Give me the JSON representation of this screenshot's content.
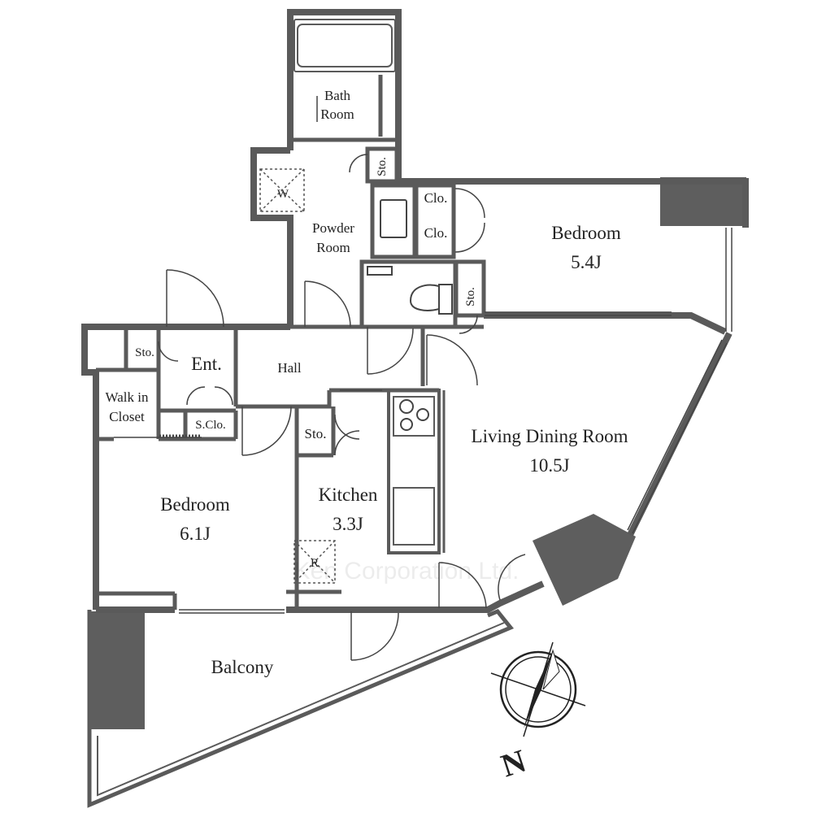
{
  "rooms": {
    "bath_room": [
      "Bath",
      "Room"
    ],
    "sto": "Sto.",
    "washer": "W",
    "powder_room": [
      "Powder",
      "Room"
    ],
    "clo": "Clo.",
    "bedroom_north": {
      "name": "Bedroom",
      "size": "5.4J"
    },
    "entrance": "Ent.",
    "hall": "Hall",
    "walk_in_closet": [
      "Walk in",
      "Closet"
    ],
    "shoe_closet": "S.Clo.",
    "living_dining": {
      "name": "Living Dining Room",
      "size": "10.5J"
    },
    "kitchen": {
      "name": "Kitchen",
      "size": "3.3J"
    },
    "bedroom_south": {
      "name": "Bedroom",
      "size": "6.1J"
    },
    "refrigerator": "R",
    "balcony": "Balcony"
  },
  "watermark": "Ken Corporation Ltd.",
  "compass": {
    "label": "N"
  },
  "colors": {
    "wall": "#5a5a5a",
    "pillar": "#5e5e5e",
    "line": "#333333",
    "background": "#ffffff"
  }
}
